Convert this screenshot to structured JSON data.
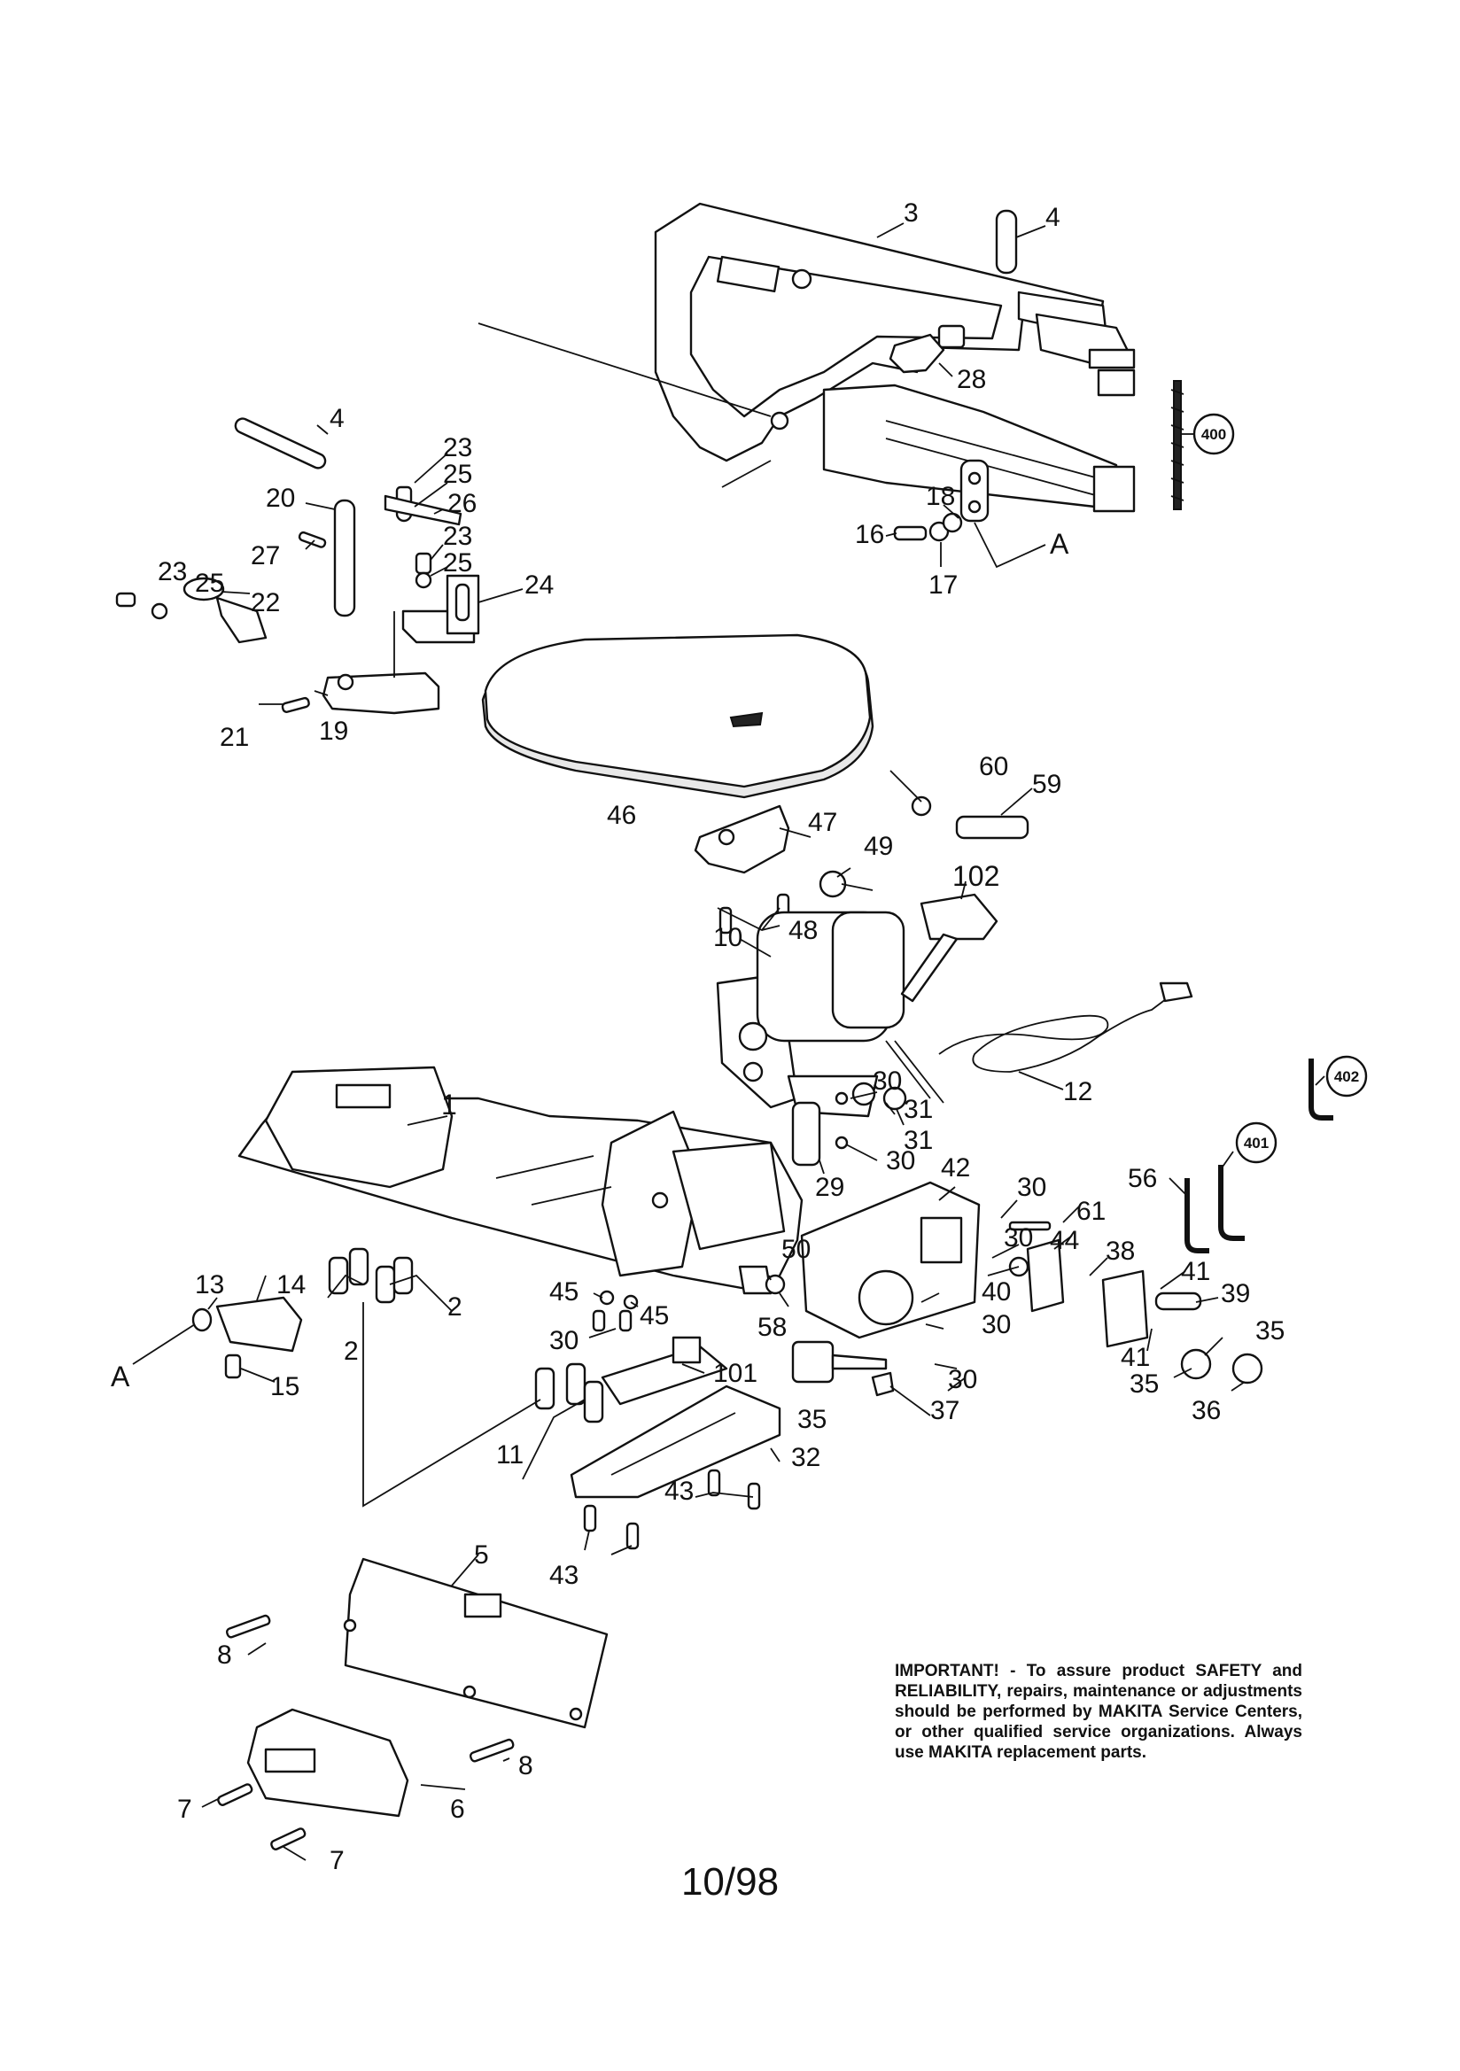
{
  "diagram": {
    "callouts": {
      "c1": "1",
      "c2a": "2",
      "c2b": "2",
      "c3": "3",
      "c4a": "4",
      "c4b": "4",
      "c5": "5",
      "c6": "6",
      "c7a": "7",
      "c7b": "7",
      "c8a": "8",
      "c8b": "8",
      "c10": "10",
      "c11": "11",
      "c12": "12",
      "c13": "13",
      "c14": "14",
      "c15": "15",
      "c16": "16",
      "c17": "17",
      "c18": "18",
      "c19": "19",
      "c20": "20",
      "c21": "21",
      "c22": "22",
      "c23a": "23",
      "c23b": "23",
      "c23c": "23",
      "c24": "24",
      "c25a": "25",
      "c25b": "25",
      "c25c": "25",
      "c26": "26",
      "c27": "27",
      "c28": "28",
      "c29": "29",
      "c30a": "30",
      "c30b": "30",
      "c30c": "30",
      "c30d": "30",
      "c30e": "30",
      "c30f": "30",
      "c30g": "30",
      "c31a": "31",
      "c31b": "31",
      "c32": "32",
      "c35a": "35",
      "c35b": "35",
      "c35c": "35",
      "c36": "36",
      "c37": "37",
      "c38": "38",
      "c39": "39",
      "c40": "40",
      "c41a": "41",
      "c41b": "41",
      "c42": "42",
      "c43a": "43",
      "c43b": "43",
      "c44": "44",
      "c45a": "45",
      "c45b": "45",
      "c46": "46",
      "c47": "47",
      "c48": "48",
      "c49": "49",
      "c50": "50",
      "c56": "56",
      "c58": "58",
      "c59": "59",
      "c60": "60",
      "c61": "61",
      "c101": "101",
      "c102": "102",
      "c400": "400",
      "c401": "401",
      "c402": "402",
      "refA1": "A",
      "refA2": "A"
    }
  },
  "notice": {
    "text": "IMPORTANT! - To assure product SAFETY and RELIABILITY, repairs, maintenance or adjustments should be performed by MAKITA Service Centers, or other qualified service organizations. Always use MAKITA replacement parts."
  },
  "page_number": "10/98"
}
